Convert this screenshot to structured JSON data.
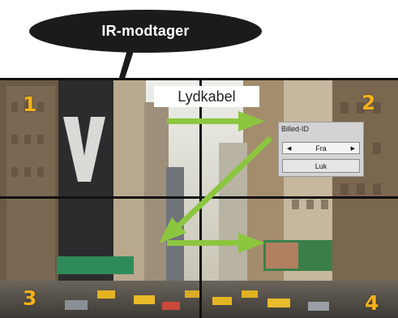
{
  "ir_receiver": {
    "label": "IR-modtager"
  },
  "audio_cable": {
    "label": "Lydkabel"
  },
  "picture_id_menu": {
    "title": "Billed-ID",
    "value": "Fra",
    "close_label": "Luk"
  },
  "quadrants": [
    "1",
    "2",
    "3",
    "4"
  ],
  "colors": {
    "arrow": "#8cc63f",
    "quadrant_number": "#f3b21c",
    "callout": "#1b1b1b",
    "grid_lines": "#111111"
  },
  "icons": {
    "left": "triangle-left-icon",
    "right": "triangle-right-icon"
  }
}
